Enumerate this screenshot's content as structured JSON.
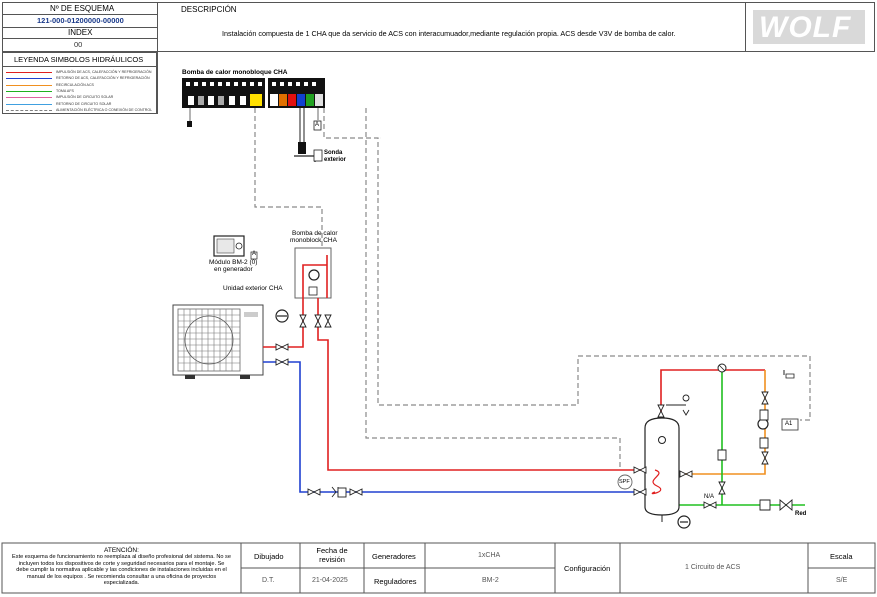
{
  "header": {
    "scheme_label": "Nº DE ESQUEMA",
    "scheme_number": "121-000-01200000-00000",
    "index_label": "INDEX",
    "index_value": "00",
    "description_label": "DESCRIPCIÓN",
    "description_text": "Instalación compuesta de 1 CHA que da servicio de ACS con interacumuador,mediante regulación propia. ACS desde V3V de bomba de calor.",
    "brand": "WOLF"
  },
  "legend": {
    "title": "LEYENDA SIMBOLOS HIDRÁULICOS",
    "items": [
      {
        "color": "#e02020",
        "dash": false,
        "label": "IMPULSIÓN DE ACS, CALEFACCIÓN Y REFRIGERACIÓN"
      },
      {
        "color": "#2040d0",
        "dash": false,
        "label": "RETORNO DE ACS, CALEFACCIÓN Y REFRIGERACIÓN"
      },
      {
        "color": "#f09020",
        "dash": false,
        "label": "RECIRCULACIÓN ACS"
      },
      {
        "color": "#20b020",
        "dash": false,
        "label": "TOMA AFS"
      },
      {
        "color": "#e060a0",
        "dash": false,
        "label": "IMPULSIÓN DE CIRCUITO SOLAR"
      },
      {
        "color": "#40a0e0",
        "dash": false,
        "label": "RETORNO DE CIRCUITO SOLAR"
      },
      {
        "color": "#808080",
        "dash": true,
        "label": "ALIMENTACIÓN ELÉCTRICA O CONEXIÓN DE CONTROL"
      }
    ]
  },
  "diagram": {
    "control_board_title": "Bomba de calor monobloque CHA",
    "sensor_label_1": "Sonda",
    "sensor_label_2": "exterior",
    "module_label_1": "Módulo BM-2 (0)",
    "module_label_2": "en generador",
    "module_tag": "A",
    "box_tag": "A",
    "hp_label_1": "Bomba de calor",
    "hp_label_2": "monoblock CHA",
    "outdoor_label": "Unidad exterior CHA",
    "spf_label": "SPF",
    "a1_label": "A1",
    "na_label": "N/A",
    "red_label": "Red"
  },
  "footer": {
    "attention_title": "ATENCIÓN:",
    "attention_lines": [
      "Este esquema de funcionamiento no reemplaza al diseño profesional del sistema. No se",
      "incluyen todos los dispositivos de corte y seguridad necesarios para el montaje. Se",
      "debe cumplir la normativa aplicable y las condiciones de instalaciones incluidas en el",
      "manual de los equipos . Se recomienda consultar a una oficina de proyectos",
      "especializada."
    ],
    "drawn_label": "Dibujado",
    "drawn_value": "D.T.",
    "date_label": "Fecha de revisión",
    "date_value": "21-04-2025",
    "generators_label": "Generadores",
    "generators_value": "1xCHA",
    "regulators_label": "Reguladores",
    "regulators_value": "BM-2",
    "config_label": "Configuración",
    "config_value": "1 Circuito de ACS",
    "scale_label": "Escala",
    "scale_value": "S/E"
  }
}
